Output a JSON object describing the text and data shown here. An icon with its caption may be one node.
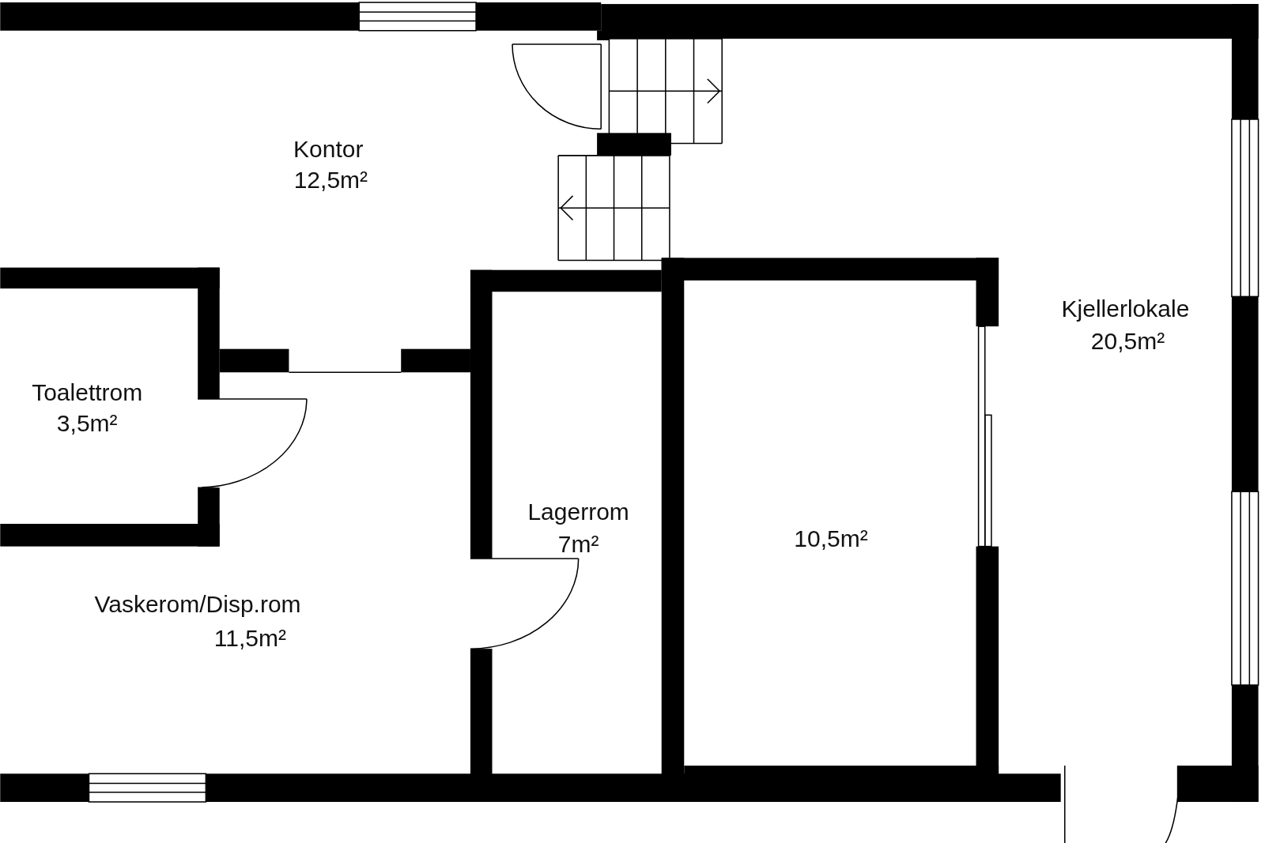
{
  "diagram": {
    "labels": [
      "Kontor",
      "12,5m²",
      "Kjellerlokale",
      "20,5m²",
      "Toalettrom",
      "3,5m²",
      "Lagerrom",
      "7m²",
      "10,5m²",
      "Vaskerom/Disp.rom",
      "11,5m²"
    ]
  }
}
